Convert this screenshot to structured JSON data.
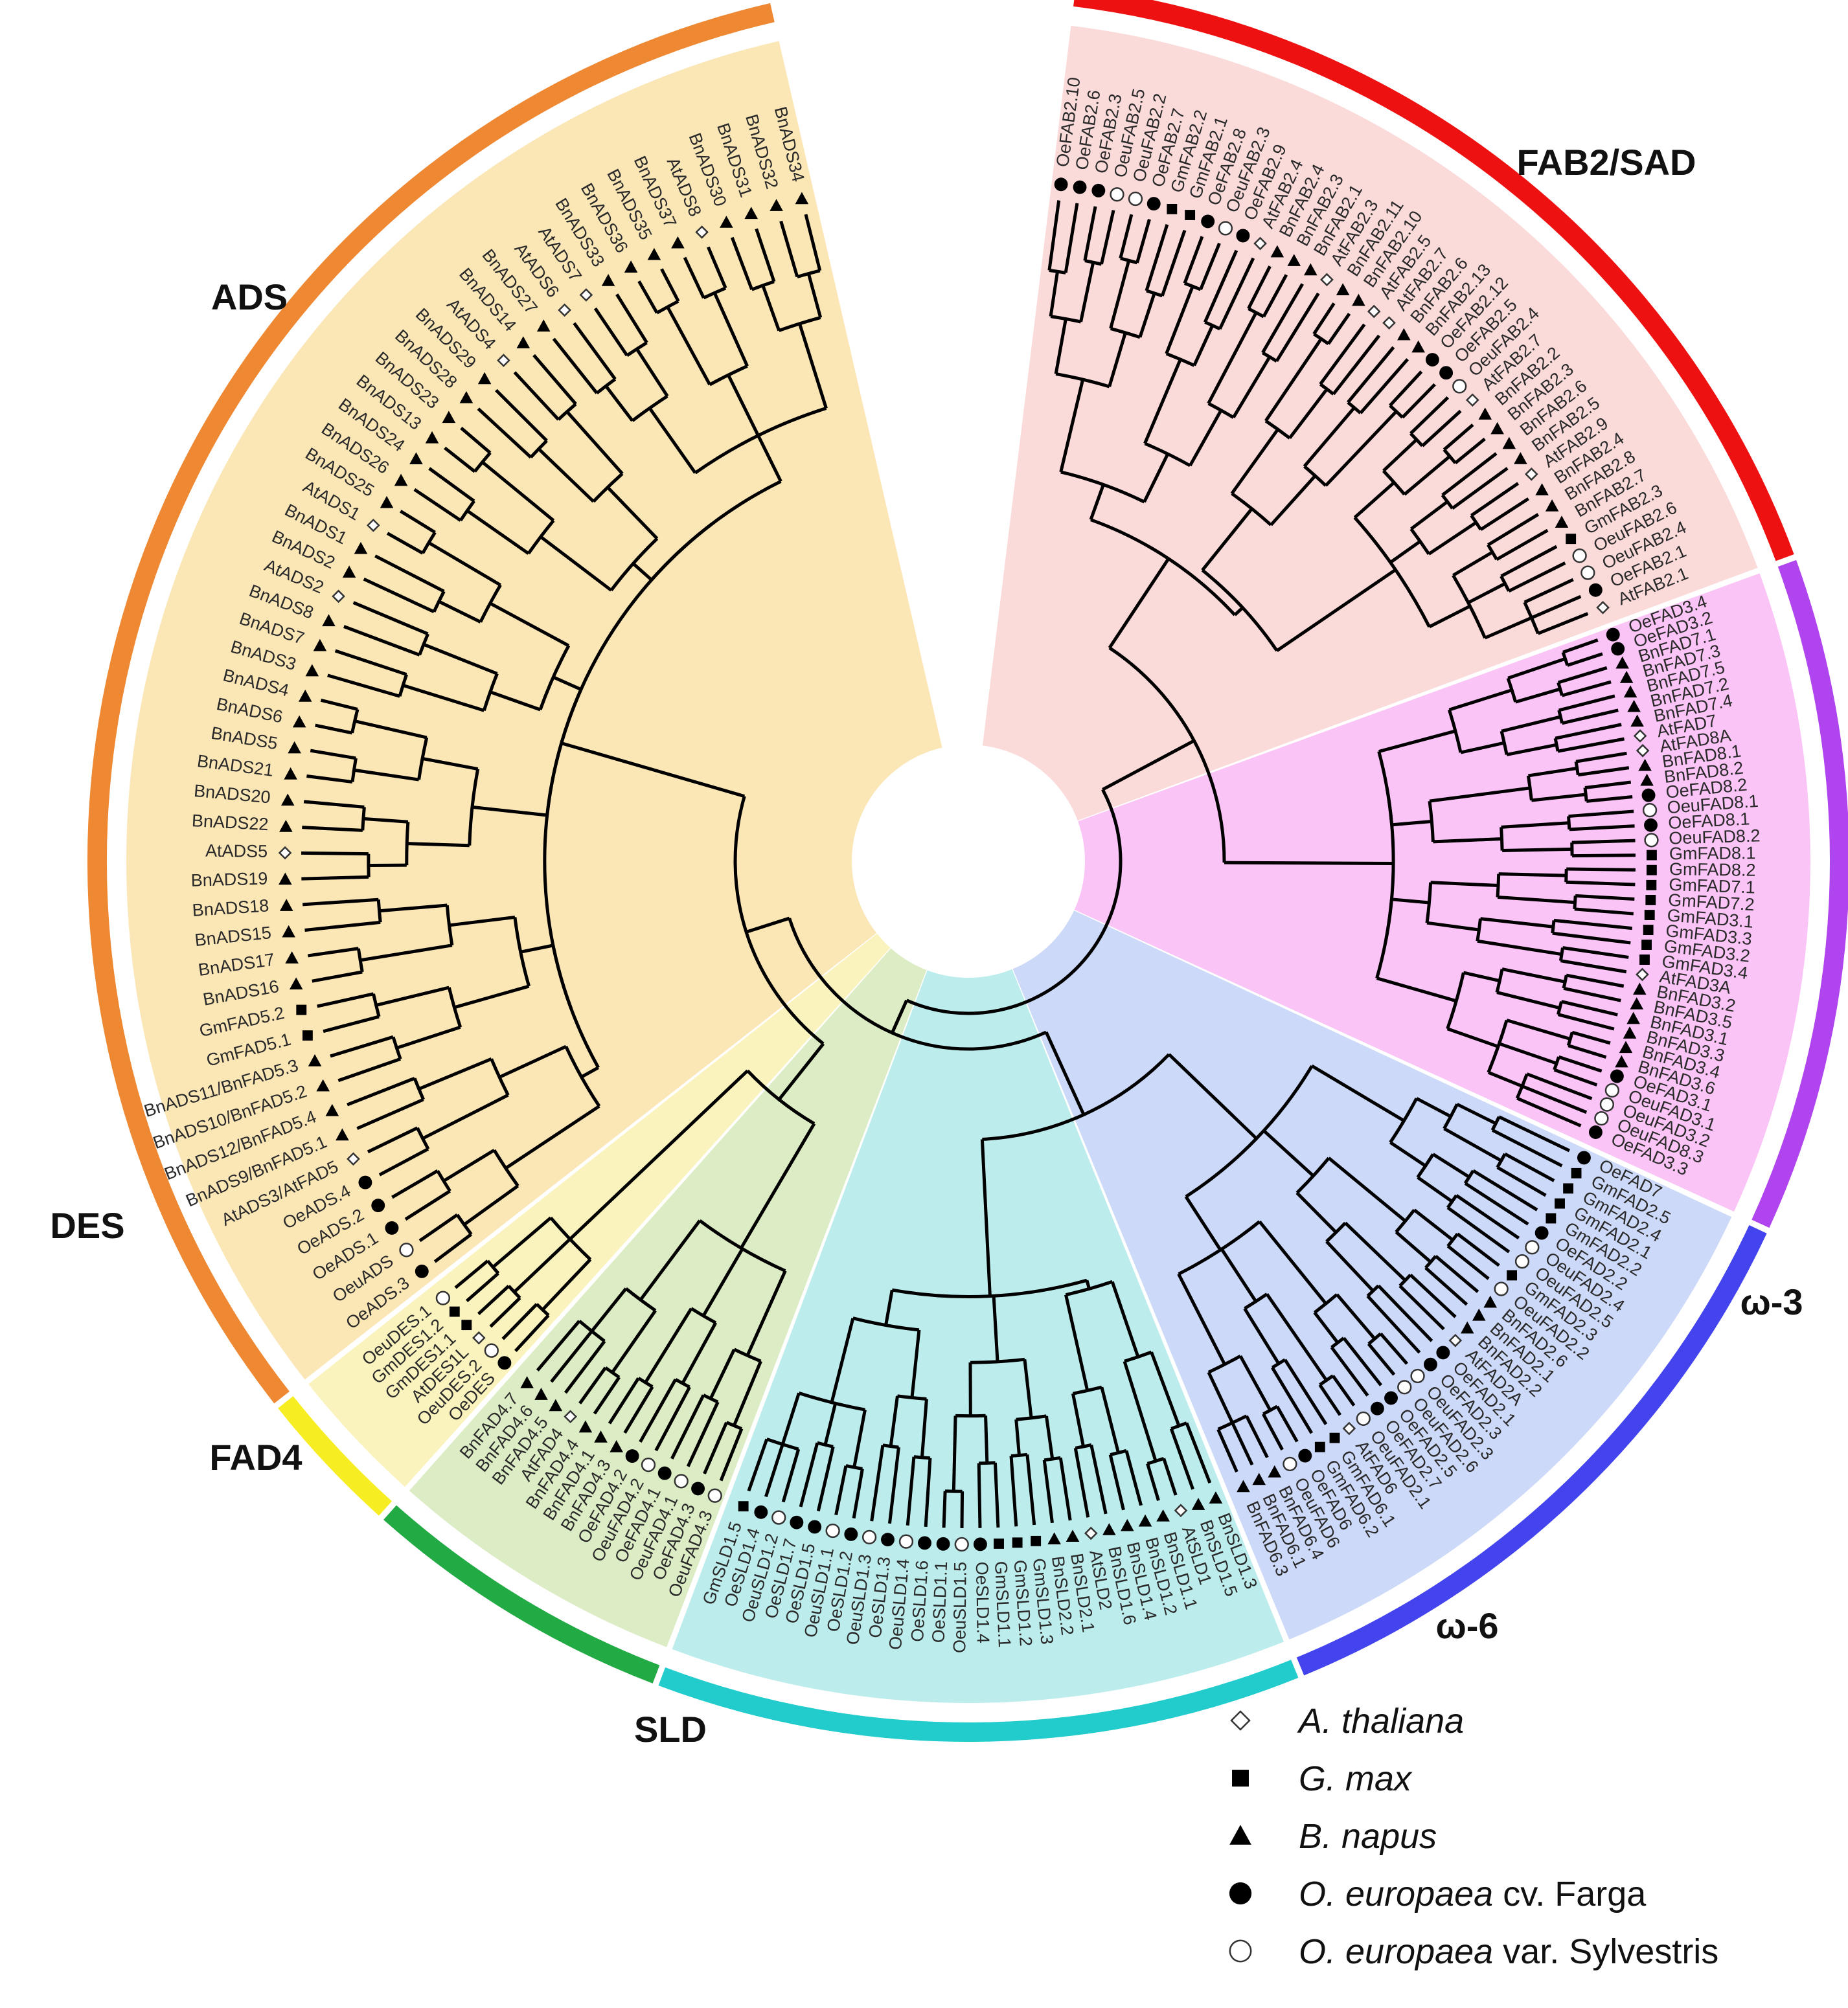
{
  "clades": [
    {
      "name": "FAB2/SAD",
      "color": "#ee1111",
      "fill": "#fbdada",
      "labels": [
        [
          "OeFAB2.10",
          "F"
        ],
        [
          "OeFAB2.6",
          "F"
        ],
        [
          "OeFAB2.3",
          "F"
        ],
        [
          "OeuFAB2.5",
          "S"
        ],
        [
          "OeuFAB2.2",
          "S"
        ],
        [
          "OeFAB2.7",
          "F"
        ],
        [
          "GmFAB2.2",
          "G"
        ],
        [
          "GmFAB2.1",
          "G"
        ],
        [
          "OeFAB2.8",
          "F"
        ],
        [
          "OeuFAB2.3",
          "S"
        ],
        [
          "OeFAB2.9",
          "F"
        ],
        [
          "AtFAB2.4",
          "A"
        ],
        [
          "BnFAB2.4",
          "B"
        ],
        [
          "BnFAB2.3",
          "B"
        ],
        [
          "BnFAB2.1",
          "B"
        ],
        [
          "AtFAB2.3",
          "A"
        ],
        [
          "BnFAB2.11",
          "B"
        ],
        [
          "BnFAB2.10",
          "B"
        ],
        [
          "AtFAB2.5",
          "A"
        ],
        [
          "AtFAB2.7",
          "A"
        ],
        [
          "BnFAB2.6",
          "B"
        ],
        [
          "BnFAB2.13",
          "B"
        ],
        [
          "OeFAB2.12",
          "F"
        ],
        [
          "OeFAB2.5",
          "F"
        ],
        [
          "OeuFAB2.4",
          "S"
        ],
        [
          "AtFAB2.7",
          "A"
        ],
        [
          "BnFAB2.2",
          "B"
        ],
        [
          "BnFAB2.3",
          "B"
        ],
        [
          "BnFAB2.6",
          "B"
        ],
        [
          "BnFAB2.5",
          "B"
        ],
        [
          "AtFAB2.9",
          "A"
        ],
        [
          "BnFAB2.4",
          "B"
        ],
        [
          "BnFAB2.8",
          "B"
        ],
        [
          "BnFAB2.7",
          "B"
        ],
        [
          "GmFAB2.3",
          "G"
        ],
        [
          "OeuFAB2.6",
          "S"
        ],
        [
          "OeuFAB2.4",
          "S"
        ],
        [
          "OeFAB2.1",
          "F"
        ],
        [
          "AtFAB2.1",
          "A"
        ]
      ]
    },
    {
      "name": "ω-3",
      "color": "#b044ee",
      "fill": "#fbc4f6",
      "labels": [
        [
          "OeFAD3.4",
          "F"
        ],
        [
          "OeFAD3.2",
          "F"
        ],
        [
          "BnFAD7.1",
          "B"
        ],
        [
          "BnFAD7.3",
          "B"
        ],
        [
          "BnFAD7.5",
          "B"
        ],
        [
          "BnFAD7.2",
          "B"
        ],
        [
          "BnFAD7.4",
          "B"
        ],
        [
          "AtFAD7",
          "A"
        ],
        [
          "AtFAD8A",
          "A"
        ],
        [
          "BnFAD8.1",
          "B"
        ],
        [
          "BnFAD8.2",
          "B"
        ],
        [
          "OeFAD8.2",
          "F"
        ],
        [
          "OeuFAD8.1",
          "S"
        ],
        [
          "OeFAD8.1",
          "F"
        ],
        [
          "OeuFAD8.2",
          "S"
        ],
        [
          "GmFAD8.1",
          "G"
        ],
        [
          "GmFAD8.2",
          "G"
        ],
        [
          "GmFAD7.1",
          "G"
        ],
        [
          "GmFAD7.2",
          "G"
        ],
        [
          "GmFAD3.1",
          "G"
        ],
        [
          "GmFAD3.3",
          "G"
        ],
        [
          "GmFAD3.2",
          "G"
        ],
        [
          "GmFAD3.4",
          "G"
        ],
        [
          "AtFAD3A",
          "A"
        ],
        [
          "BnFAD3.2",
          "B"
        ],
        [
          "BnFAD3.5",
          "B"
        ],
        [
          "BnFAD3.1",
          "B"
        ],
        [
          "BnFAD3.3",
          "B"
        ],
        [
          "BnFAD3.4",
          "B"
        ],
        [
          "BnFAD3.6",
          "B"
        ],
        [
          "OeFAD3.1",
          "F"
        ],
        [
          "OeuFAD3.1",
          "S"
        ],
        [
          "OeuFAD3.2",
          "S"
        ],
        [
          "OeuFAD8.3",
          "S"
        ],
        [
          "OeFAD3.3",
          "F"
        ]
      ]
    },
    {
      "name": "ω-6",
      "color": "#4444ee",
      "fill": "#cdd9f8",
      "labels": [
        [
          "OeFAD7",
          "F"
        ],
        [
          "GmFAD2.5",
          "G"
        ],
        [
          "GmFAD2.4",
          "G"
        ],
        [
          "GmFAD2.1",
          "G"
        ],
        [
          "GmFAD2.2",
          "G"
        ],
        [
          "OeFAD2.2",
          "F"
        ],
        [
          "OeuFAD2.4",
          "S"
        ],
        [
          "OeuFAD2.5",
          "S"
        ],
        [
          "GmFAD2.3",
          "G"
        ],
        [
          "OeuFAD2.2",
          "S"
        ],
        [
          "BnFAD2.6",
          "B"
        ],
        [
          "BnFAD2.1",
          "B"
        ],
        [
          "BnFAD2.2",
          "B"
        ],
        [
          "AtFAD2A",
          "A"
        ],
        [
          "OeFAD2.1",
          "F"
        ],
        [
          "OeFAD2.3",
          "F"
        ],
        [
          "OeuFAD2.3",
          "S"
        ],
        [
          "OeuFAD2.6",
          "S"
        ],
        [
          "OeFAD2.5",
          "F"
        ],
        [
          "OeFAD2.7",
          "F"
        ],
        [
          "OeuFAD2.1",
          "S"
        ],
        [
          "AtFAD6",
          "A"
        ],
        [
          "GmFAD6.1",
          "G"
        ],
        [
          "GmFAD6.2",
          "G"
        ],
        [
          "OeFAD6",
          "F"
        ],
        [
          "OeuFAD6",
          "S"
        ],
        [
          "BnFAD6.4",
          "B"
        ],
        [
          "BnFAD6.1",
          "B"
        ],
        [
          "BnFAD6.3",
          "B"
        ]
      ]
    },
    {
      "name": "SLD",
      "color": "#22cccc",
      "fill": "#bdecec",
      "labels": [
        [
          "BnSLD1.3",
          "B"
        ],
        [
          "BnSLD1.5",
          "B"
        ],
        [
          "AtSLD1",
          "A"
        ],
        [
          "BnSLD1.1",
          "B"
        ],
        [
          "BnSLD1.2",
          "B"
        ],
        [
          "BnSLD1.4",
          "B"
        ],
        [
          "BnSLD1.6",
          "B"
        ],
        [
          "AtSLD2",
          "A"
        ],
        [
          "BnSLD2.1",
          "B"
        ],
        [
          "BnSLD2.2",
          "B"
        ],
        [
          "GmSLD1.3",
          "G"
        ],
        [
          "GmSLD1.2",
          "G"
        ],
        [
          "GmSLD1.1",
          "G"
        ],
        [
          "OeSLD1.4",
          "F"
        ],
        [
          "OeuSLD1.5",
          "S"
        ],
        [
          "OeSLD1.1",
          "F"
        ],
        [
          "OeSLD1.6",
          "F"
        ],
        [
          "OeuSLD1.4",
          "S"
        ],
        [
          "OeSLD1.3",
          "F"
        ],
        [
          "OeuSLD1.3",
          "S"
        ],
        [
          "OeSLD1.2",
          "F"
        ],
        [
          "OeuSLD1.1",
          "S"
        ],
        [
          "OeSLD1.5",
          "F"
        ],
        [
          "OeSLD1.7",
          "F"
        ],
        [
          "OeuSLD1.2",
          "S"
        ],
        [
          "OeSLD1.4",
          "F"
        ],
        [
          "GmSLD1.5",
          "G"
        ]
      ]
    },
    {
      "name": "FAD4",
      "color": "#22aa44",
      "fill": "#dcecc4",
      "labels": [
        [
          "OeuFAD4.3",
          "S"
        ],
        [
          "OeFAD4.3",
          "F"
        ],
        [
          "OeuFAD4.1",
          "S"
        ],
        [
          "OeFAD4.1",
          "F"
        ],
        [
          "OeuFAD4.2",
          "S"
        ],
        [
          "OeFAD4.2",
          "F"
        ],
        [
          "BnFAD4.3",
          "B"
        ],
        [
          "BnFAD4.1",
          "B"
        ],
        [
          "BnFAD4.4",
          "B"
        ],
        [
          "AtFAD4",
          "A"
        ],
        [
          "BnFAD4.5",
          "B"
        ],
        [
          "BnFAD4.6",
          "B"
        ],
        [
          "BnFAD4.7",
          "B"
        ]
      ]
    },
    {
      "name": "DES",
      "color": "#f6ee22",
      "fill": "#fbf3bd",
      "labels": [
        [
          "OeDES",
          "F"
        ],
        [
          "OeuDES.2",
          "S"
        ],
        [
          "AtDES1L",
          "A"
        ],
        [
          "GmDES1.1",
          "G"
        ],
        [
          "GmDES1.2",
          "G"
        ],
        [
          "OeuDES.1",
          "S"
        ]
      ]
    },
    {
      "name": "ADS",
      "color": "#ee8833",
      "fill": "#fbe6b6",
      "labels": [
        [
          "OeADS.3",
          "F"
        ],
        [
          "OeuADS",
          "S"
        ],
        [
          "OeADS.1",
          "F"
        ],
        [
          "OeADS.2",
          "F"
        ],
        [
          "OeADS.4",
          "F"
        ],
        [
          "AtADS3/AtFAD5",
          "A"
        ],
        [
          "BnADS9/BnFAD5.1",
          "B"
        ],
        [
          "BnADS12/BnFAD5.4",
          "B"
        ],
        [
          "BnADS10/BnFAD5.2",
          "B"
        ],
        [
          "BnADS11/BnFAD5.3",
          "B"
        ],
        [
          "GmFAD5.1",
          "G"
        ],
        [
          "GmFAD5.2",
          "G"
        ],
        [
          "BnADS16",
          "B"
        ],
        [
          "BnADS17",
          "B"
        ],
        [
          "BnADS15",
          "B"
        ],
        [
          "BnADS18",
          "B"
        ],
        [
          "BnADS19",
          "B"
        ],
        [
          "AtADS5",
          "A"
        ],
        [
          "BnADS22",
          "B"
        ],
        [
          "BnADS20",
          "B"
        ],
        [
          "BnADS21",
          "B"
        ],
        [
          "BnADS5",
          "B"
        ],
        [
          "BnADS6",
          "B"
        ],
        [
          "BnADS4",
          "B"
        ],
        [
          "BnADS3",
          "B"
        ],
        [
          "BnADS7",
          "B"
        ],
        [
          "BnADS8",
          "B"
        ],
        [
          "AtADS2",
          "A"
        ],
        [
          "BnADS2",
          "B"
        ],
        [
          "BnADS1",
          "B"
        ],
        [
          "AtADS1",
          "A"
        ],
        [
          "BnADS25",
          "B"
        ],
        [
          "BnADS26",
          "B"
        ],
        [
          "BnADS24",
          "B"
        ],
        [
          "BnADS13",
          "B"
        ],
        [
          "BnADS23",
          "B"
        ],
        [
          "BnADS28",
          "B"
        ],
        [
          "BnADS29",
          "B"
        ],
        [
          "AtADS4",
          "A"
        ],
        [
          "BnADS14",
          "B"
        ],
        [
          "BnADS27",
          "B"
        ],
        [
          "AtADS6",
          "A"
        ],
        [
          "AtADS7",
          "A"
        ],
        [
          "BnADS33",
          "B"
        ],
        [
          "BnADS36",
          "B"
        ],
        [
          "BnADS35",
          "B"
        ],
        [
          "BnADS37",
          "B"
        ],
        [
          "AtADS8",
          "A"
        ],
        [
          "BnADS30",
          "B"
        ],
        [
          "BnADS31",
          "B"
        ],
        [
          "BnADS32",
          "B"
        ],
        [
          "BnADS34",
          "B"
        ]
      ]
    }
  ],
  "legend": [
    {
      "key": "A",
      "symbol": "open-diamond",
      "text": "A. thaliana",
      "suffix": ""
    },
    {
      "key": "G",
      "symbol": "filled-square",
      "text": "G. max",
      "suffix": ""
    },
    {
      "key": "B",
      "symbol": "filled-triangle",
      "text": "B. napus",
      "suffix": ""
    },
    {
      "key": "F",
      "symbol": "filled-circle",
      "text": "O. europaea",
      "suffix": " cv. Farga"
    },
    {
      "key": "S",
      "symbol": "open-circle",
      "text": "O. europaea",
      "suffix": " var. Sylvestris"
    }
  ]
}
